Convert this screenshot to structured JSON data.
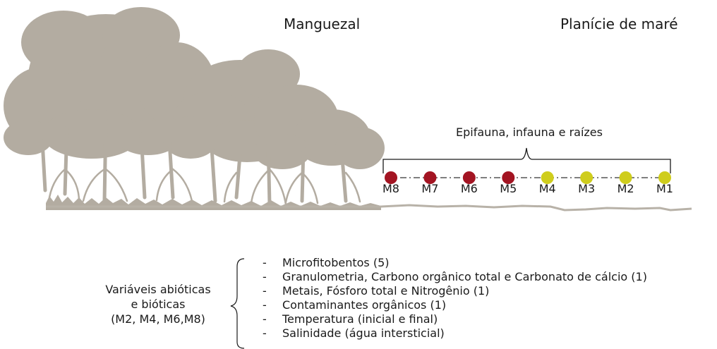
{
  "zones": {
    "mangrove": "Manguezal",
    "tidal_flat": "Planície de maré"
  },
  "transect": {
    "bracket_label": "Epifauna, infauna e raízes",
    "stations": [
      {
        "label": "M8",
        "group": "mangrove"
      },
      {
        "label": "M7",
        "group": "mangrove"
      },
      {
        "label": "M6",
        "group": "mangrove"
      },
      {
        "label": "M5",
        "group": "mangrove"
      },
      {
        "label": "M4",
        "group": "tidal_flat"
      },
      {
        "label": "M3",
        "group": "tidal_flat"
      },
      {
        "label": "M2",
        "group": "tidal_flat"
      },
      {
        "label": "M1",
        "group": "tidal_flat"
      }
    ]
  },
  "variables": {
    "heading": [
      "Variáveis abióticas",
      "e bióticas",
      "(M2, M4, M6,M8)"
    ],
    "items": [
      "Microfitobentos (5)",
      "Granulometria, Carbono orgânico total e Carbonato de cálcio (1)",
      "Metais, Fósforo total e Nitrogênio (1)",
      "Contaminantes orgânicos (1)",
      "Temperatura (inicial e final)",
      "Salinidade (água intersticial)"
    ]
  },
  "colors": {
    "mangrove_station": "#a31422",
    "tidal_flat_station": "#cfcd1c",
    "vegetation": "#b3aca1",
    "ground": "#b8b2a8"
  },
  "icons": {
    "vegetation": "mangrove-trees-illustration"
  }
}
